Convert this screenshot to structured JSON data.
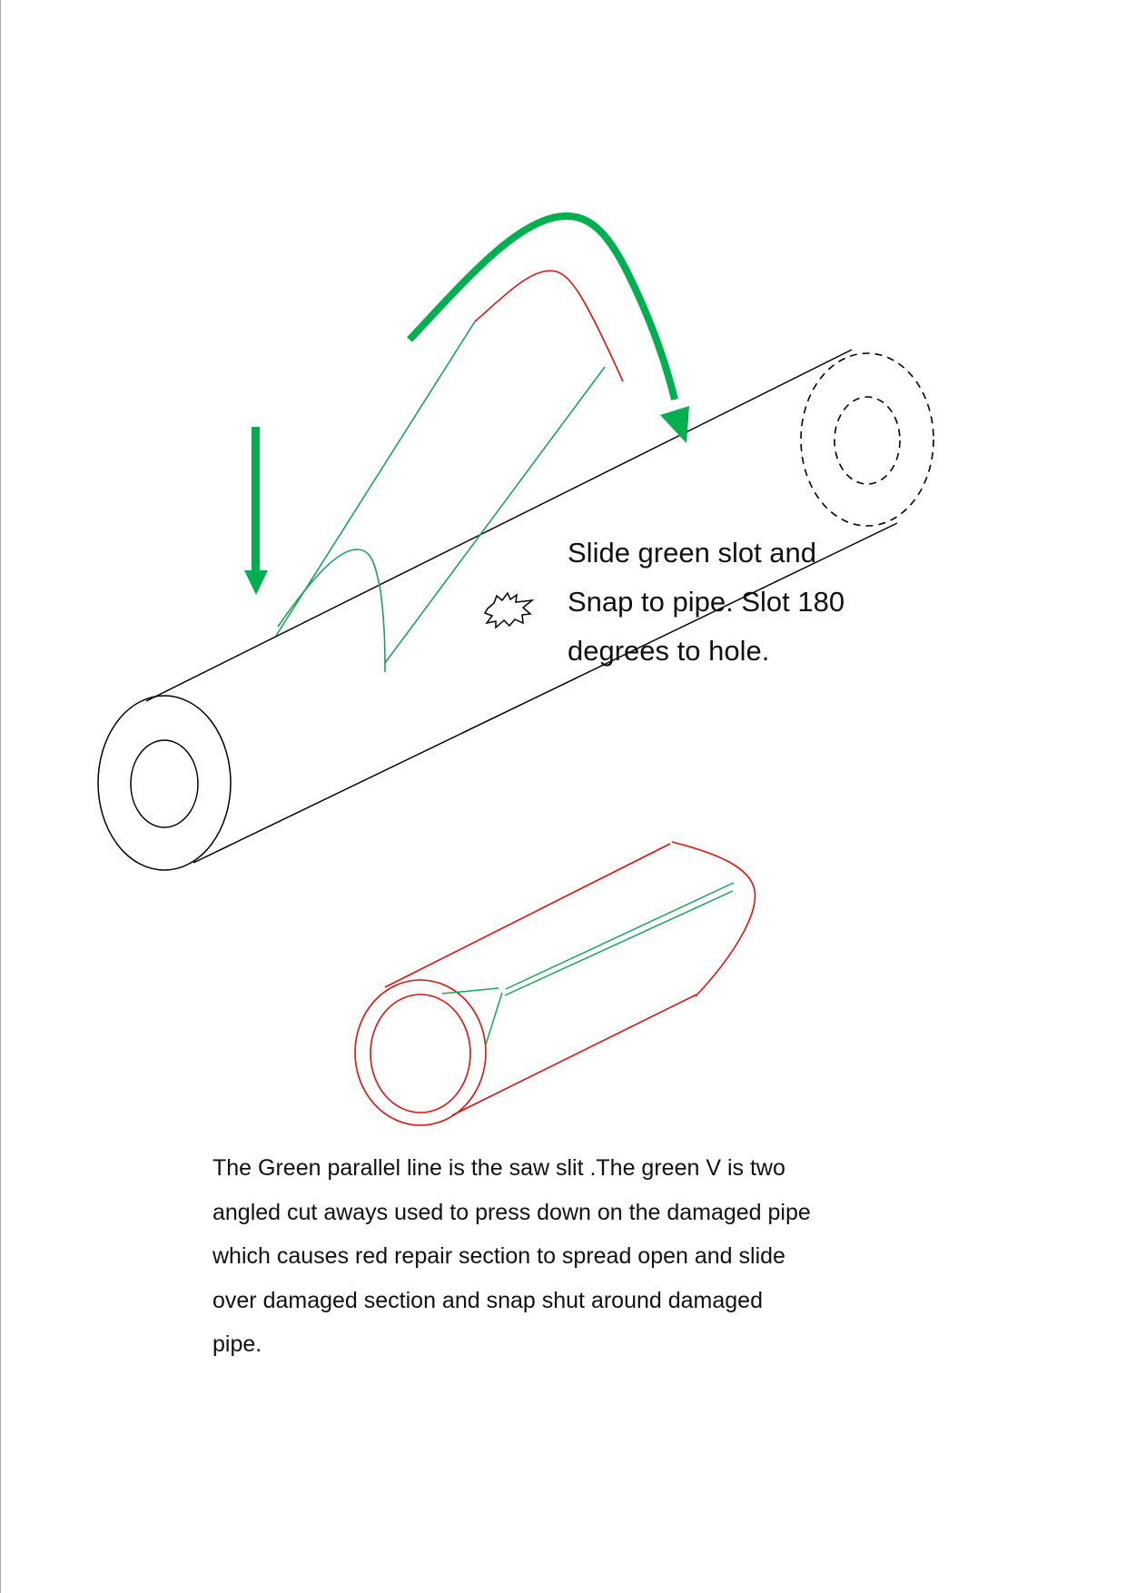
{
  "diagram": {
    "callout": {
      "lines": [
        "Slide green slot  and",
        "Snap to pipe. Slot  180",
        "degrees to hole."
      ]
    },
    "description": {
      "lines": [
        "The Green parallel line is the saw slit .The green V is  two",
        "angled cut aways used to press down on the damaged  pipe",
        "which causes red repair section to  spread open and slide",
        "over damaged section and snap shut around damaged",
        "pipe."
      ]
    },
    "elements": [
      {
        "name": "damaged-pipe",
        "color": "#000000",
        "style": "solid outline, cylinder"
      },
      {
        "name": "pipe-far-end",
        "color": "#000000",
        "style": "dashed ellipses"
      },
      {
        "name": "damage-hole",
        "color": "#000000",
        "style": "starburst"
      },
      {
        "name": "press-down-arrow",
        "color": "#00b050"
      },
      {
        "name": "slide-over-arrow",
        "color": "#00b050"
      },
      {
        "name": "repair-section-outline",
        "color": "#e00000"
      },
      {
        "name": "saw-slit-lines",
        "color": "#00a050"
      }
    ],
    "colors": {
      "arrow_green": "#00b050",
      "slit_green": "#1aa35a",
      "repair_red": "#e01010",
      "pipe_black": "#000000"
    }
  }
}
